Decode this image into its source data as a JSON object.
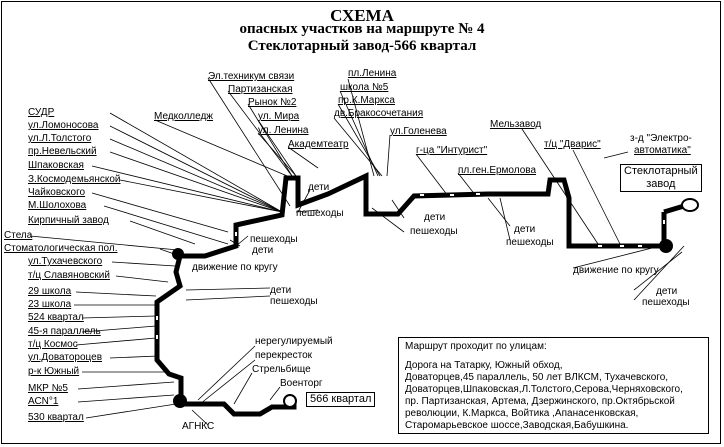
{
  "title": {
    "line1": "СХЕМА",
    "line2": "опасных участков на маршруте № 4",
    "line3": "Стеклотарный завод-566 квартал"
  },
  "stops_left": [
    "СУДР",
    "ул.Ломоносова",
    "ул.Л.Толстого",
    "пр.Невельский",
    "Шпаковская",
    "З.Космодемьянской",
    "Чайковского",
    "М.Шолохова",
    "Кирпичный завод",
    "Стела",
    "Стоматологическая пол.",
    "ул.Тухачевского",
    "т/ц Славяновский",
    "29 школа",
    "23 школа",
    "524 квартал",
    "45-я параллель",
    "т/ц Космос",
    "ул.Доватороцев",
    "р-к Южный",
    "МКР №5",
    "АСN°1",
    "530 квартал"
  ],
  "stops_top": {
    "el_technikum": "Эл.техникум связи",
    "partizanskaya": "Партизанская",
    "rynok": "Рынок №2",
    "medcollege": "Медколледж",
    "mira": "ул. Мира",
    "lenina_st": "ул. Ленина",
    "akademteatr": "Академтеатр",
    "pl_lenina": "пл.Ленина",
    "shkola5": "школа №5",
    "marksa": "пр.К.Маркса",
    "brako": "дв.Бракосочетания",
    "golenewa": "ул.Голенева",
    "intourist": "г-ца \"Интурист\"",
    "ermolova": "пл.ген.Ермолова",
    "melzavod": "Мельзавод",
    "dvaris": "т/ц \"Дварис\"",
    "elektro_l1": "з-д \"Электро-",
    "elektro_l2": "автоматика\"",
    "steklo_l1": "Стеклотарный",
    "steklo_l2": "завод"
  },
  "hazards": {
    "peshehody": "пешеходы",
    "deti": "дети",
    "traffic_circle": "движение по кругу",
    "unregulated_l1": "нерегулируемый",
    "unregulated_l2": "перекресток",
    "strelbishche": "Стрельбище",
    "voentorg": "Военторг",
    "kvartal566": "566 квартал",
    "agnks": "АГНКС"
  },
  "route_info": {
    "heading": "Маршрут проходит по улицам:",
    "lines": [
      "Дорога на Татарку, Южный обход,",
      "Доваторцев,45 параллель, 50 лет ВЛКСМ, Тухачевского,",
      "Доваторцев,Шпаковская,Л.Толстого,Серова,Черняховского,",
      "пр. Партизанская, Артема, Дзержинского, пр.Октябрьской",
      "революции, К.Маркса, Войтика ,Апанасенковская,",
      "Старомарьевское шоссе,Заводская,Бабушкина."
    ]
  }
}
